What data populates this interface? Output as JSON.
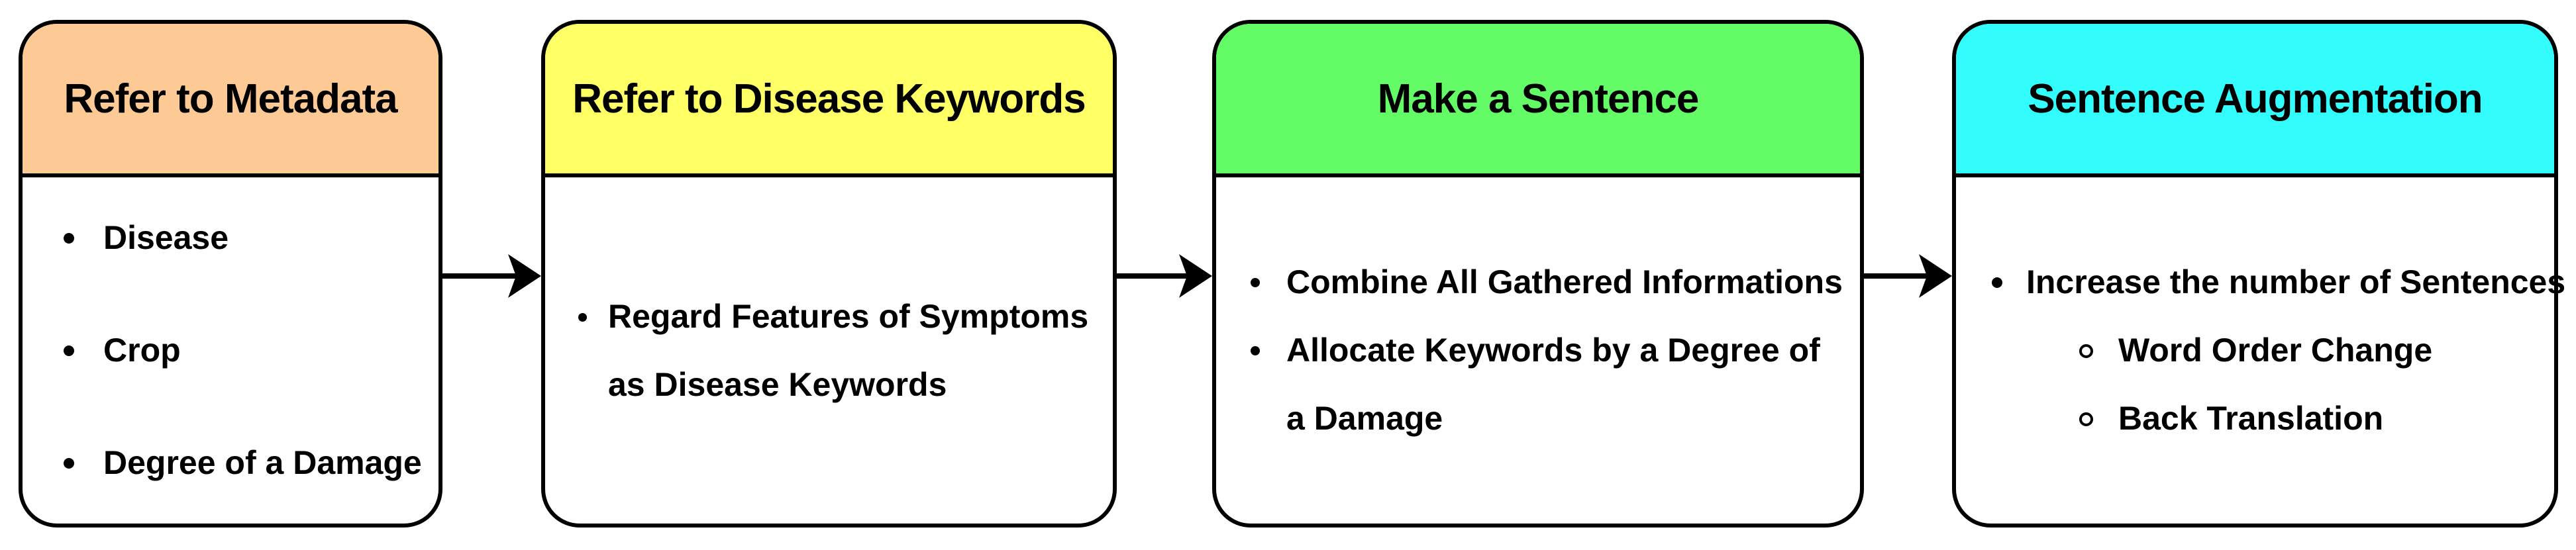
{
  "diagram": {
    "background_color": "#ffffff",
    "border_color": "#000000",
    "arrow_color": "#000000",
    "steps": [
      {
        "title": "Refer to Metadata",
        "header_color": "#FDCA96",
        "bullets": [
          "Disease",
          "Crop",
          "Degree of a Damage"
        ]
      },
      {
        "title": "Refer to Disease Keywords",
        "header_color": "#FFFF66",
        "bullets": [
          "Regard Features of Symptoms as Disease Keywords"
        ]
      },
      {
        "title": "Make a Sentence",
        "header_color": "#63FC66",
        "bullets": [
          "Combine All Gathered Informations",
          "Allocate Keywords by a Degree of a Damage"
        ]
      },
      {
        "title": "Sentence Augmentation",
        "header_color": "#33FCFC",
        "bullets": [
          "Increase the number of Sentences"
        ],
        "sub_bullets": [
          "Word Order Change",
          "Back Translation"
        ]
      }
    ]
  }
}
